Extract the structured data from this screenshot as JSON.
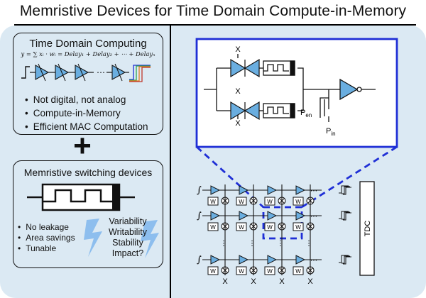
{
  "title": "Memristive Devices for Time Domain Compute-in-Memory",
  "time_domain": {
    "heading": "Time Domain Computing",
    "formula": "y = ∑ xᵢ · wᵢ = Delay₁ + Delay₂ + ⋯ + Delayₙ",
    "bullets": [
      "Not digital, not analog",
      "Compute-in-Memory",
      "Efficient MAC Computation"
    ]
  },
  "plus": "+",
  "memristive": {
    "heading": "Memristive switching devices",
    "bullets": [
      "No leakage",
      "Area savings",
      "Tunable"
    ],
    "challenges": [
      "Variability",
      "Writability",
      "Stability",
      "Impact?"
    ]
  },
  "detail": {
    "select_top": "X",
    "select_mid": "X",
    "select_bottom": "X",
    "pen_label": "P",
    "pen_sub": "en",
    "pin_label": "P",
    "pin_sub": "in"
  },
  "array": {
    "weight_label": "W",
    "column_labels": [
      "X",
      "X",
      "X",
      "X"
    ],
    "tdc_label": "TDC",
    "ellipsis": "⋯",
    "vertical_ellipsis": "⋮"
  },
  "colors": {
    "accent_blue": "#1f2fd6",
    "panel_bg": "#dbe9f3",
    "buffer_blue": "#6aaee0",
    "lightning": "#7fb6ec"
  }
}
